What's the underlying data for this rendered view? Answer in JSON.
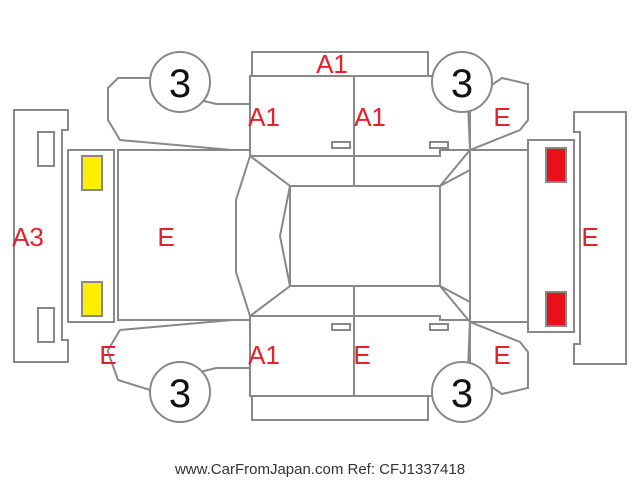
{
  "legend_colors": {
    "front_lights": "#ffee00",
    "rear_lights": "#e8101a",
    "marks": "#e8202a",
    "outline": "#888888"
  },
  "tires": {
    "front_left": "3",
    "rear_left": "3",
    "front_right": "3",
    "rear_right": "3"
  },
  "marks": {
    "roof_right_top": "A1",
    "front_door_right": "A1",
    "rear_door_right": "A1",
    "rear_quarter_right": "E",
    "front_bumper": "A3",
    "hood": "E",
    "rear_bumper": "E",
    "front_fender_left": "E",
    "front_door_left": "A1",
    "rear_door_left": "E",
    "rear_quarter_left": "E"
  },
  "footer": "www.CarFromJapan.com Ref: CFJ1337418"
}
